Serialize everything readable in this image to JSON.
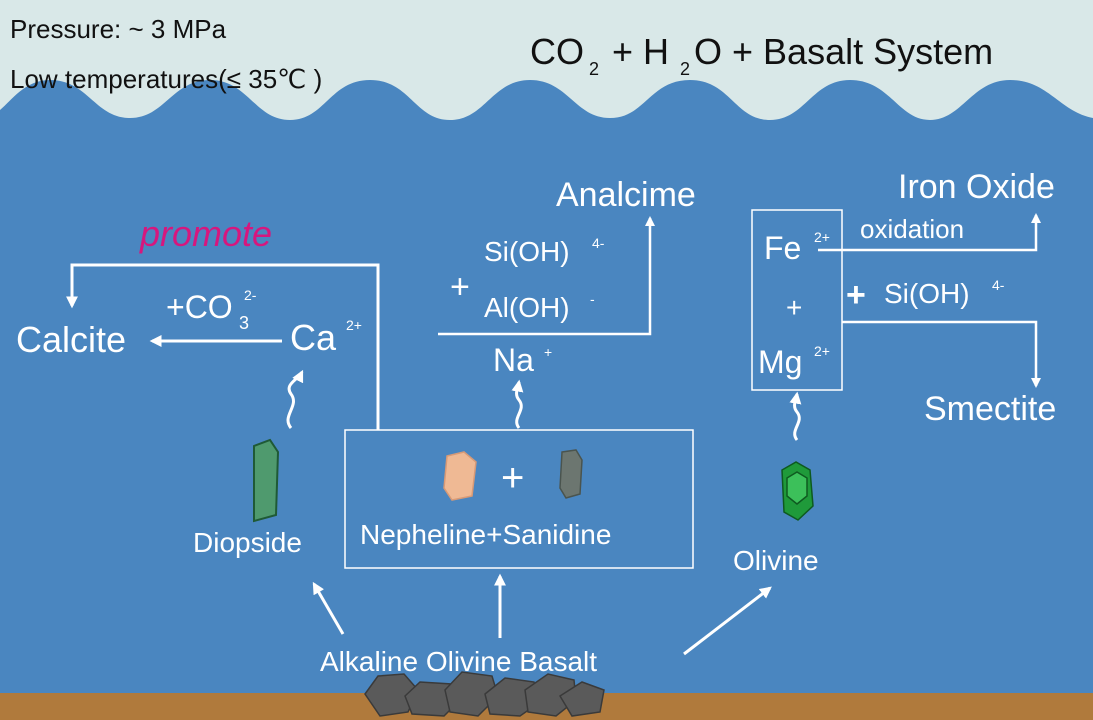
{
  "header": {
    "pressure": "Pressure: ~ 3 MPa",
    "temperature": "Low temperatures(≤ 35℃ )",
    "title_co": "CO",
    "title_co_sub": "2",
    "title_plus1": "+ H",
    "title_h_sub": "2",
    "title_rest": "O + Basalt System"
  },
  "left": {
    "promote": "promote",
    "calcite": "Calcite",
    "co3_plus": "+CO",
    "co3_sub": "3",
    "co3_sup": "2-",
    "ca": "Ca",
    "ca_sup": "2+",
    "diopside": "Diopside"
  },
  "middle": {
    "analcime": "Analcime",
    "plus": "+",
    "sioh": "Si(OH)",
    "sioh_sup": "4-",
    "aloh": "Al(OH)",
    "aloh_sup": "-",
    "na": "Na",
    "na_sup": "+",
    "box_plus": "+",
    "nepheline_sanidine": "Nepheline+Sanidine"
  },
  "right": {
    "iron_oxide": "Iron Oxide",
    "oxidation": "oxidation",
    "fe": "Fe",
    "fe_sup": "2+",
    "box_plus": "+",
    "mg": "Mg",
    "mg_sup": "2+",
    "plus_sioh": "+",
    "sioh": "Si(OH)",
    "sioh_sup": "4-",
    "smectite": "Smectite",
    "olivine": "Olivine"
  },
  "bottom": {
    "basalt": "Alkaline Olivine Basalt"
  },
  "colors": {
    "water": "#4a86c0",
    "sky": "#d9e8e8",
    "ground": "#b07a3c",
    "promote": "#d6177e",
    "diopside": "#4f9a6e",
    "nepheline": "#efb994",
    "sanidine": "#6c7670",
    "olivine": "#1f9a3a"
  }
}
